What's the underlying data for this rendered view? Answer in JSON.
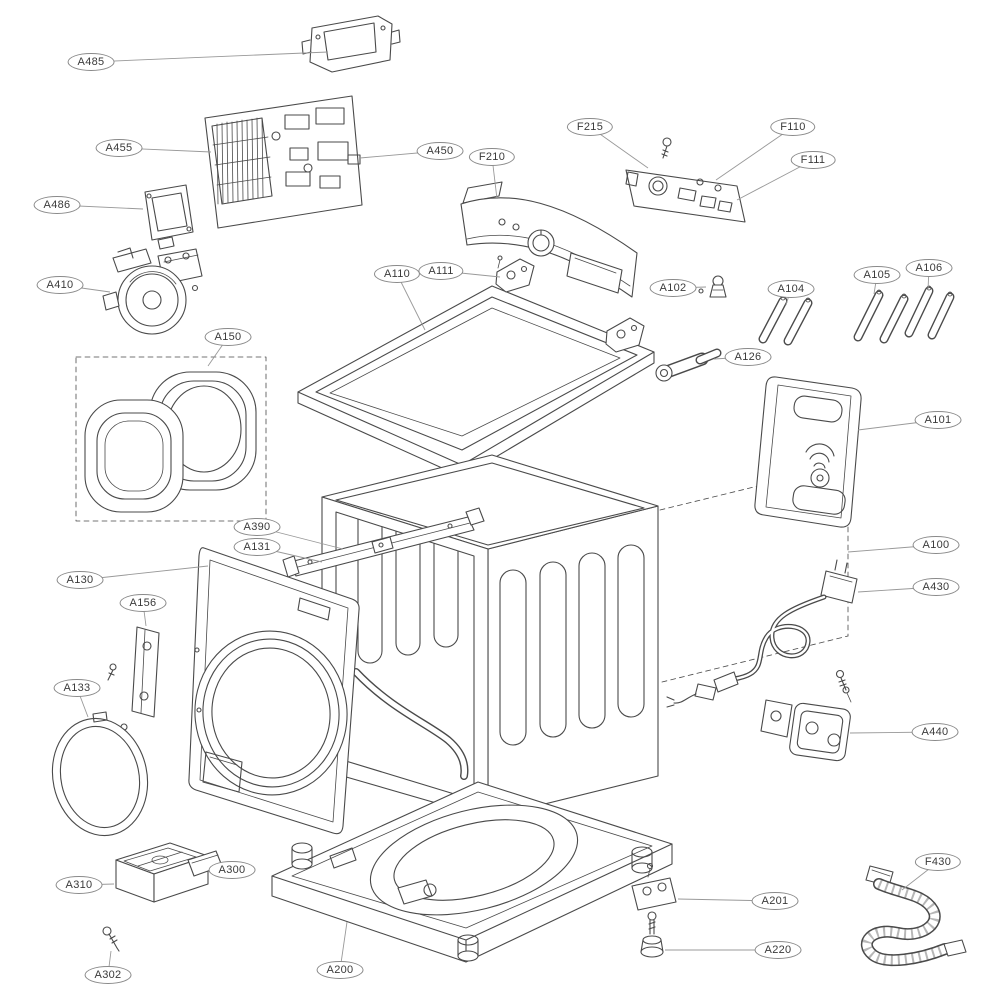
{
  "diagram": {
    "kind": "exploded-parts-diagram",
    "background_color": "#ffffff",
    "line_color": "#4a4a4a",
    "leader_color": "#999999",
    "callout_border_color": "#8a8a8a",
    "callout_text_color": "#3a3a3a",
    "labels": [
      {
        "id": "A485"
      },
      {
        "id": "A455"
      },
      {
        "id": "A450"
      },
      {
        "id": "A486"
      },
      {
        "id": "A410"
      },
      {
        "id": "A150"
      },
      {
        "id": "A110"
      },
      {
        "id": "A111"
      },
      {
        "id": "F210"
      },
      {
        "id": "F215"
      },
      {
        "id": "F110"
      },
      {
        "id": "F111"
      },
      {
        "id": "A102"
      },
      {
        "id": "A104"
      },
      {
        "id": "A105"
      },
      {
        "id": "A106"
      },
      {
        "id": "A126"
      },
      {
        "id": "A101"
      },
      {
        "id": "A100"
      },
      {
        "id": "A430"
      },
      {
        "id": "A440"
      },
      {
        "id": "A390"
      },
      {
        "id": "A131"
      },
      {
        "id": "A130"
      },
      {
        "id": "A156"
      },
      {
        "id": "A133"
      },
      {
        "id": "A310"
      },
      {
        "id": "A300"
      },
      {
        "id": "A302"
      },
      {
        "id": "A200"
      },
      {
        "id": "A201"
      },
      {
        "id": "A220"
      },
      {
        "id": "F430"
      }
    ]
  }
}
